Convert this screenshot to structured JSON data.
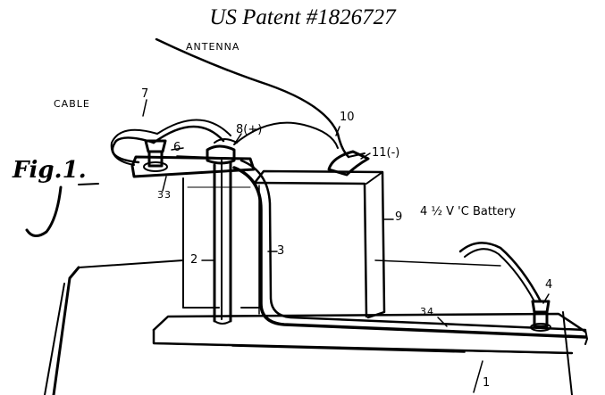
{
  "title": "US Patent #1826727",
  "figure_label": "Fig.1.",
  "labels": {
    "antenna": "ANTENNA",
    "cable": "CABLE",
    "n7": "7",
    "n6": "6",
    "n8": "8(+)",
    "n10": "10",
    "n11": "11(-)",
    "n33": "33",
    "n9": "9",
    "battery": "4 ½ V 'C  Battery",
    "n2": "2",
    "n3": "3",
    "n4": "4",
    "n34": "34",
    "n1": "1"
  }
}
